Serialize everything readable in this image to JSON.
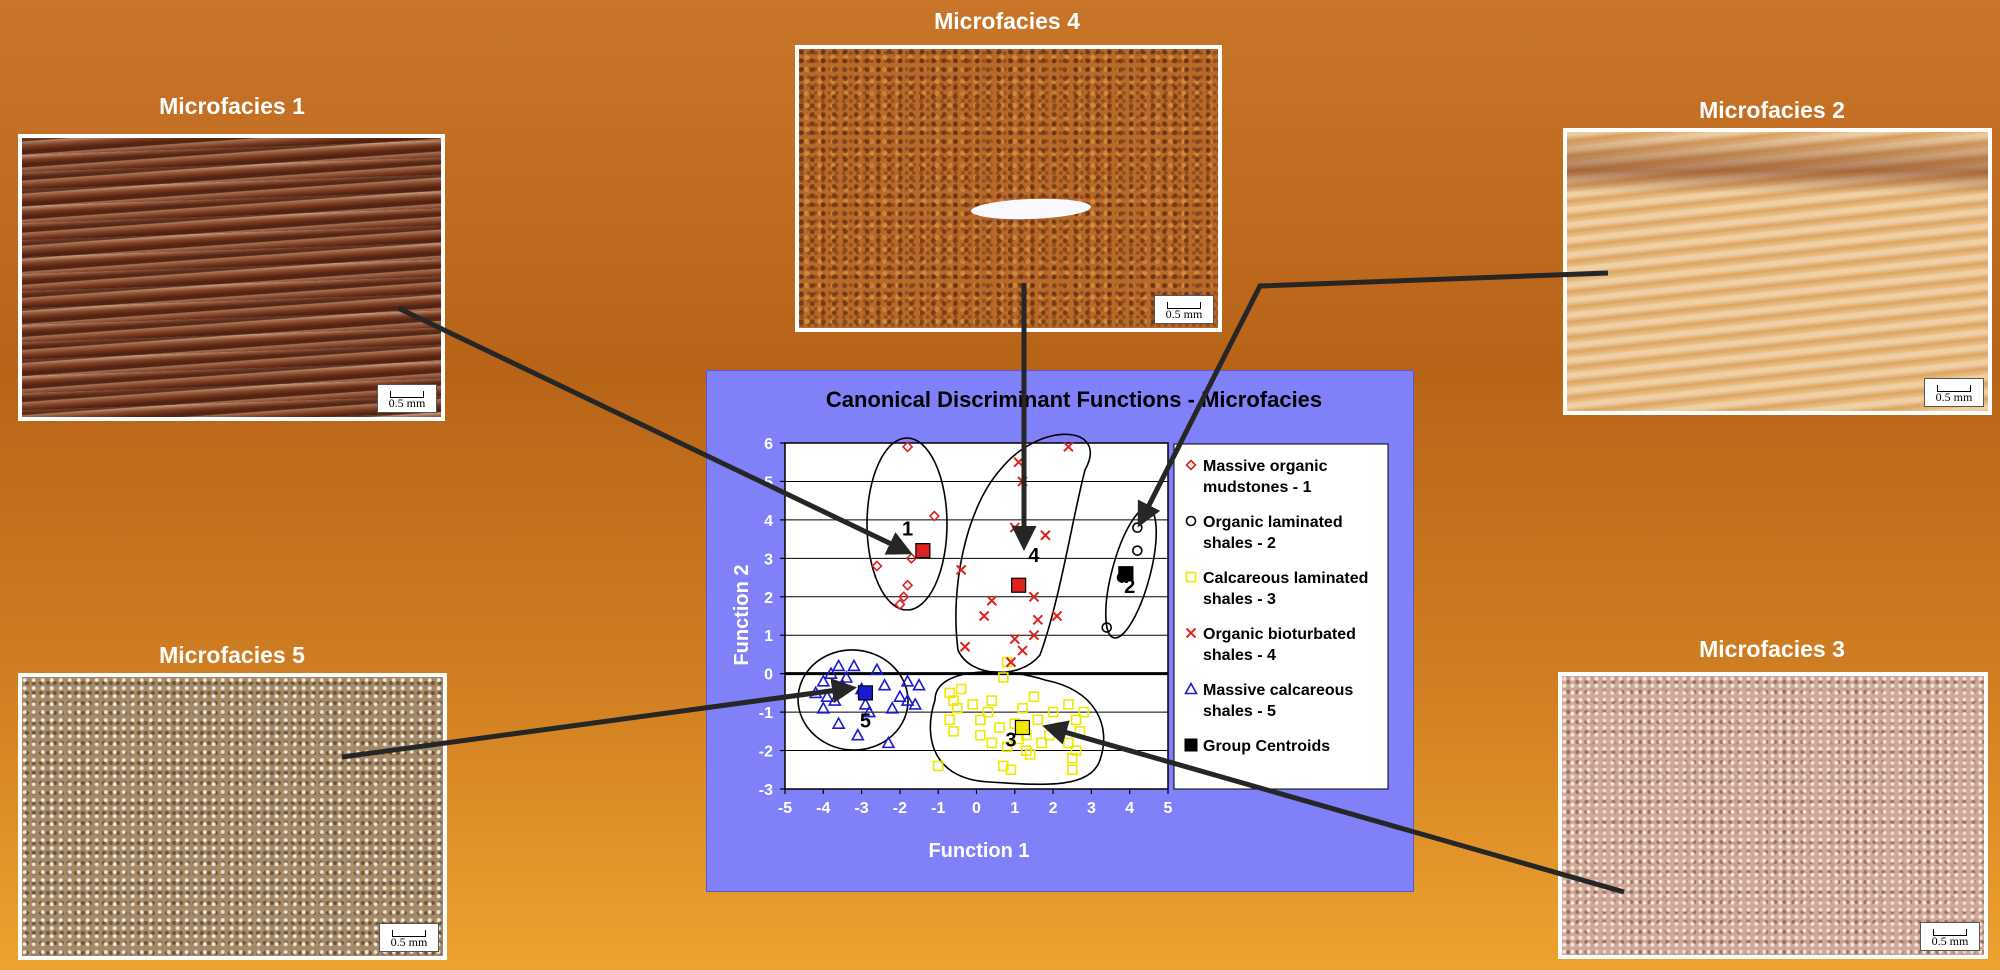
{
  "photos": {
    "mf1": {
      "title": "Microfacies 1",
      "scale": "0.5 mm"
    },
    "mf2": {
      "title": "Microfacies 2",
      "scale": "0.5 mm"
    },
    "mf3": {
      "title": "Microfacies 3",
      "scale": "0.5 mm"
    },
    "mf4": {
      "title": "Microfacies 4",
      "scale": "0.5 mm"
    },
    "mf5": {
      "title": "Microfacies 5",
      "scale": "0.5 mm"
    }
  },
  "colors": {
    "panel": "#8080f8",
    "group1": "#dd2222",
    "group2": "#000000",
    "group3": "#f0e800",
    "group4": "#dd2222",
    "group5": "#1a1ad0",
    "centroid": "#000000"
  },
  "chart_data": {
    "type": "scatter",
    "title": "Canonical Discriminant Functions - Microfacies",
    "xlabel": "Function 1",
    "ylabel": "Function 2",
    "xlim": [
      -5,
      5
    ],
    "ylim": [
      -3,
      6
    ],
    "xticks": [
      "-5",
      "-4",
      "-3",
      "-2",
      "-1",
      "0",
      "1",
      "2",
      "3",
      "4",
      "5"
    ],
    "yticks": [
      "-3",
      "-2",
      "-1",
      "0",
      "1",
      "2",
      "3",
      "4",
      "5",
      "6"
    ],
    "grid": "horizontal",
    "legend_position": "right",
    "legend": [
      {
        "label": "Massive organic mudstones - 1",
        "marker": "diamond",
        "color": "#dd2222"
      },
      {
        "label": "Organic laminated shales - 2",
        "marker": "circle",
        "color": "#000000"
      },
      {
        "label": "Calcareous laminated shales - 3",
        "marker": "square",
        "color": "#f0e800"
      },
      {
        "label": "Organic bioturbated shales - 4",
        "marker": "cross",
        "color": "#dd2222"
      },
      {
        "label": "Massive calcareous shales - 5",
        "marker": "triangle",
        "color": "#1a1ad0"
      },
      {
        "label": "Group Centroids",
        "marker": "filled-square",
        "color": "#000000"
      }
    ],
    "series": [
      {
        "name": "Massive organic mudstones - 1",
        "marker": "diamond",
        "color": "#dd2222",
        "points": [
          [
            -1.8,
            5.9
          ],
          [
            -1.1,
            4.1
          ],
          [
            -1.7,
            3.0
          ],
          [
            -2.6,
            2.8
          ],
          [
            -1.8,
            2.3
          ],
          [
            -1.9,
            2.0
          ],
          [
            -2.0,
            1.8
          ]
        ]
      },
      {
        "name": "Organic laminated shales - 2",
        "marker": "circle",
        "color": "#000000",
        "points": [
          [
            4.2,
            3.8
          ],
          [
            4.2,
            3.2
          ],
          [
            3.8,
            2.5
          ],
          [
            3.4,
            1.2
          ]
        ]
      },
      {
        "name": "Calcareous laminated shales - 3",
        "marker": "square",
        "color": "#f0e800",
        "points": [
          [
            -0.7,
            -0.5
          ],
          [
            -0.6,
            -0.7
          ],
          [
            -0.5,
            -0.9
          ],
          [
            -0.7,
            -1.2
          ],
          [
            -0.6,
            -1.5
          ],
          [
            -0.4,
            -0.4
          ],
          [
            -0.1,
            -0.8
          ],
          [
            0.1,
            -1.2
          ],
          [
            0.3,
            -1.0
          ],
          [
            0.1,
            -1.6
          ],
          [
            0.4,
            -1.8
          ],
          [
            0.4,
            -0.7
          ],
          [
            0.6,
            -1.4
          ],
          [
            0.8,
            -1.9
          ],
          [
            1.0,
            -1.3
          ],
          [
            1.2,
            -0.9
          ],
          [
            1.3,
            -1.6
          ],
          [
            1.4,
            -2.1
          ],
          [
            1.5,
            -0.6
          ],
          [
            1.6,
            -1.2
          ],
          [
            1.7,
            -1.8
          ],
          [
            1.3,
            -2.0
          ],
          [
            1.1,
            -1.7
          ],
          [
            2.0,
            -1.0
          ],
          [
            2.2,
            -1.4
          ],
          [
            2.4,
            -1.8
          ],
          [
            2.5,
            -2.2
          ],
          [
            2.5,
            -2.5
          ],
          [
            2.6,
            -2.0
          ],
          [
            2.7,
            -1.5
          ],
          [
            2.8,
            -1.0
          ],
          [
            2.4,
            -0.8
          ],
          [
            2.6,
            -1.2
          ],
          [
            0.9,
            -2.5
          ],
          [
            0.7,
            -2.4
          ],
          [
            -1.0,
            -2.4
          ],
          [
            0.8,
            0.3
          ],
          [
            0.7,
            -0.1
          ],
          [
            1.9,
            -1.6
          ]
        ]
      },
      {
        "name": "Organic bioturbated shales - 4",
        "marker": "cross",
        "color": "#dd2222",
        "points": [
          [
            2.4,
            5.9
          ],
          [
            1.1,
            5.5
          ],
          [
            1.2,
            5.0
          ],
          [
            1.0,
            3.8
          ],
          [
            1.8,
            3.6
          ],
          [
            -0.4,
            2.7
          ],
          [
            1.5,
            2.0
          ],
          [
            0.4,
            1.9
          ],
          [
            1.6,
            1.4
          ],
          [
            2.1,
            1.5
          ],
          [
            0.2,
            1.5
          ],
          [
            1.5,
            1.0
          ],
          [
            1.0,
            0.9
          ],
          [
            -0.3,
            0.7
          ],
          [
            1.2,
            0.6
          ],
          [
            0.9,
            0.3
          ]
        ]
      },
      {
        "name": "Massive calcareous shales - 5",
        "marker": "triangle",
        "color": "#1a1ad0",
        "points": [
          [
            -4.2,
            -0.5
          ],
          [
            -4.0,
            -0.2
          ],
          [
            -3.8,
            0.0
          ],
          [
            -3.6,
            0.2
          ],
          [
            -3.9,
            -0.6
          ],
          [
            -3.5,
            -0.3
          ],
          [
            -3.2,
            0.2
          ],
          [
            -3.0,
            -0.4
          ],
          [
            -2.9,
            -0.8
          ],
          [
            -3.6,
            -1.3
          ],
          [
            -3.1,
            -1.6
          ],
          [
            -2.4,
            -0.3
          ],
          [
            -2.2,
            -0.9
          ],
          [
            -2.0,
            -0.6
          ],
          [
            -1.5,
            -0.3
          ],
          [
            -1.6,
            -0.8
          ],
          [
            -1.8,
            -0.7
          ],
          [
            -2.3,
            -1.8
          ],
          [
            -2.8,
            -1.0
          ],
          [
            -3.7,
            -0.7
          ],
          [
            -4.0,
            -0.9
          ],
          [
            -2.6,
            0.1
          ],
          [
            -1.8,
            -0.2
          ],
          [
            -3.4,
            -0.1
          ]
        ]
      }
    ],
    "centroids": [
      {
        "group": "1",
        "x": -1.4,
        "y": 3.2,
        "color": "#dd2222"
      },
      {
        "group": "2",
        "x": 3.9,
        "y": 2.6,
        "color": "#000000"
      },
      {
        "group": "3",
        "x": 1.2,
        "y": -1.4,
        "color": "#f0e800"
      },
      {
        "group": "4",
        "x": 1.1,
        "y": 2.3,
        "color": "#dd2222"
      },
      {
        "group": "5",
        "x": -2.9,
        "y": -0.5,
        "color": "#1a1ad0"
      }
    ],
    "group_labels": [
      {
        "text": "1",
        "x": -1.8,
        "y": 3.6
      },
      {
        "text": "2",
        "x": 4.0,
        "y": 2.1
      },
      {
        "text": "3",
        "x": 0.9,
        "y": -1.9
      },
      {
        "text": "4",
        "x": 1.5,
        "y": 2.9
      },
      {
        "text": "5",
        "x": -2.9,
        "y": -1.4
      }
    ]
  }
}
